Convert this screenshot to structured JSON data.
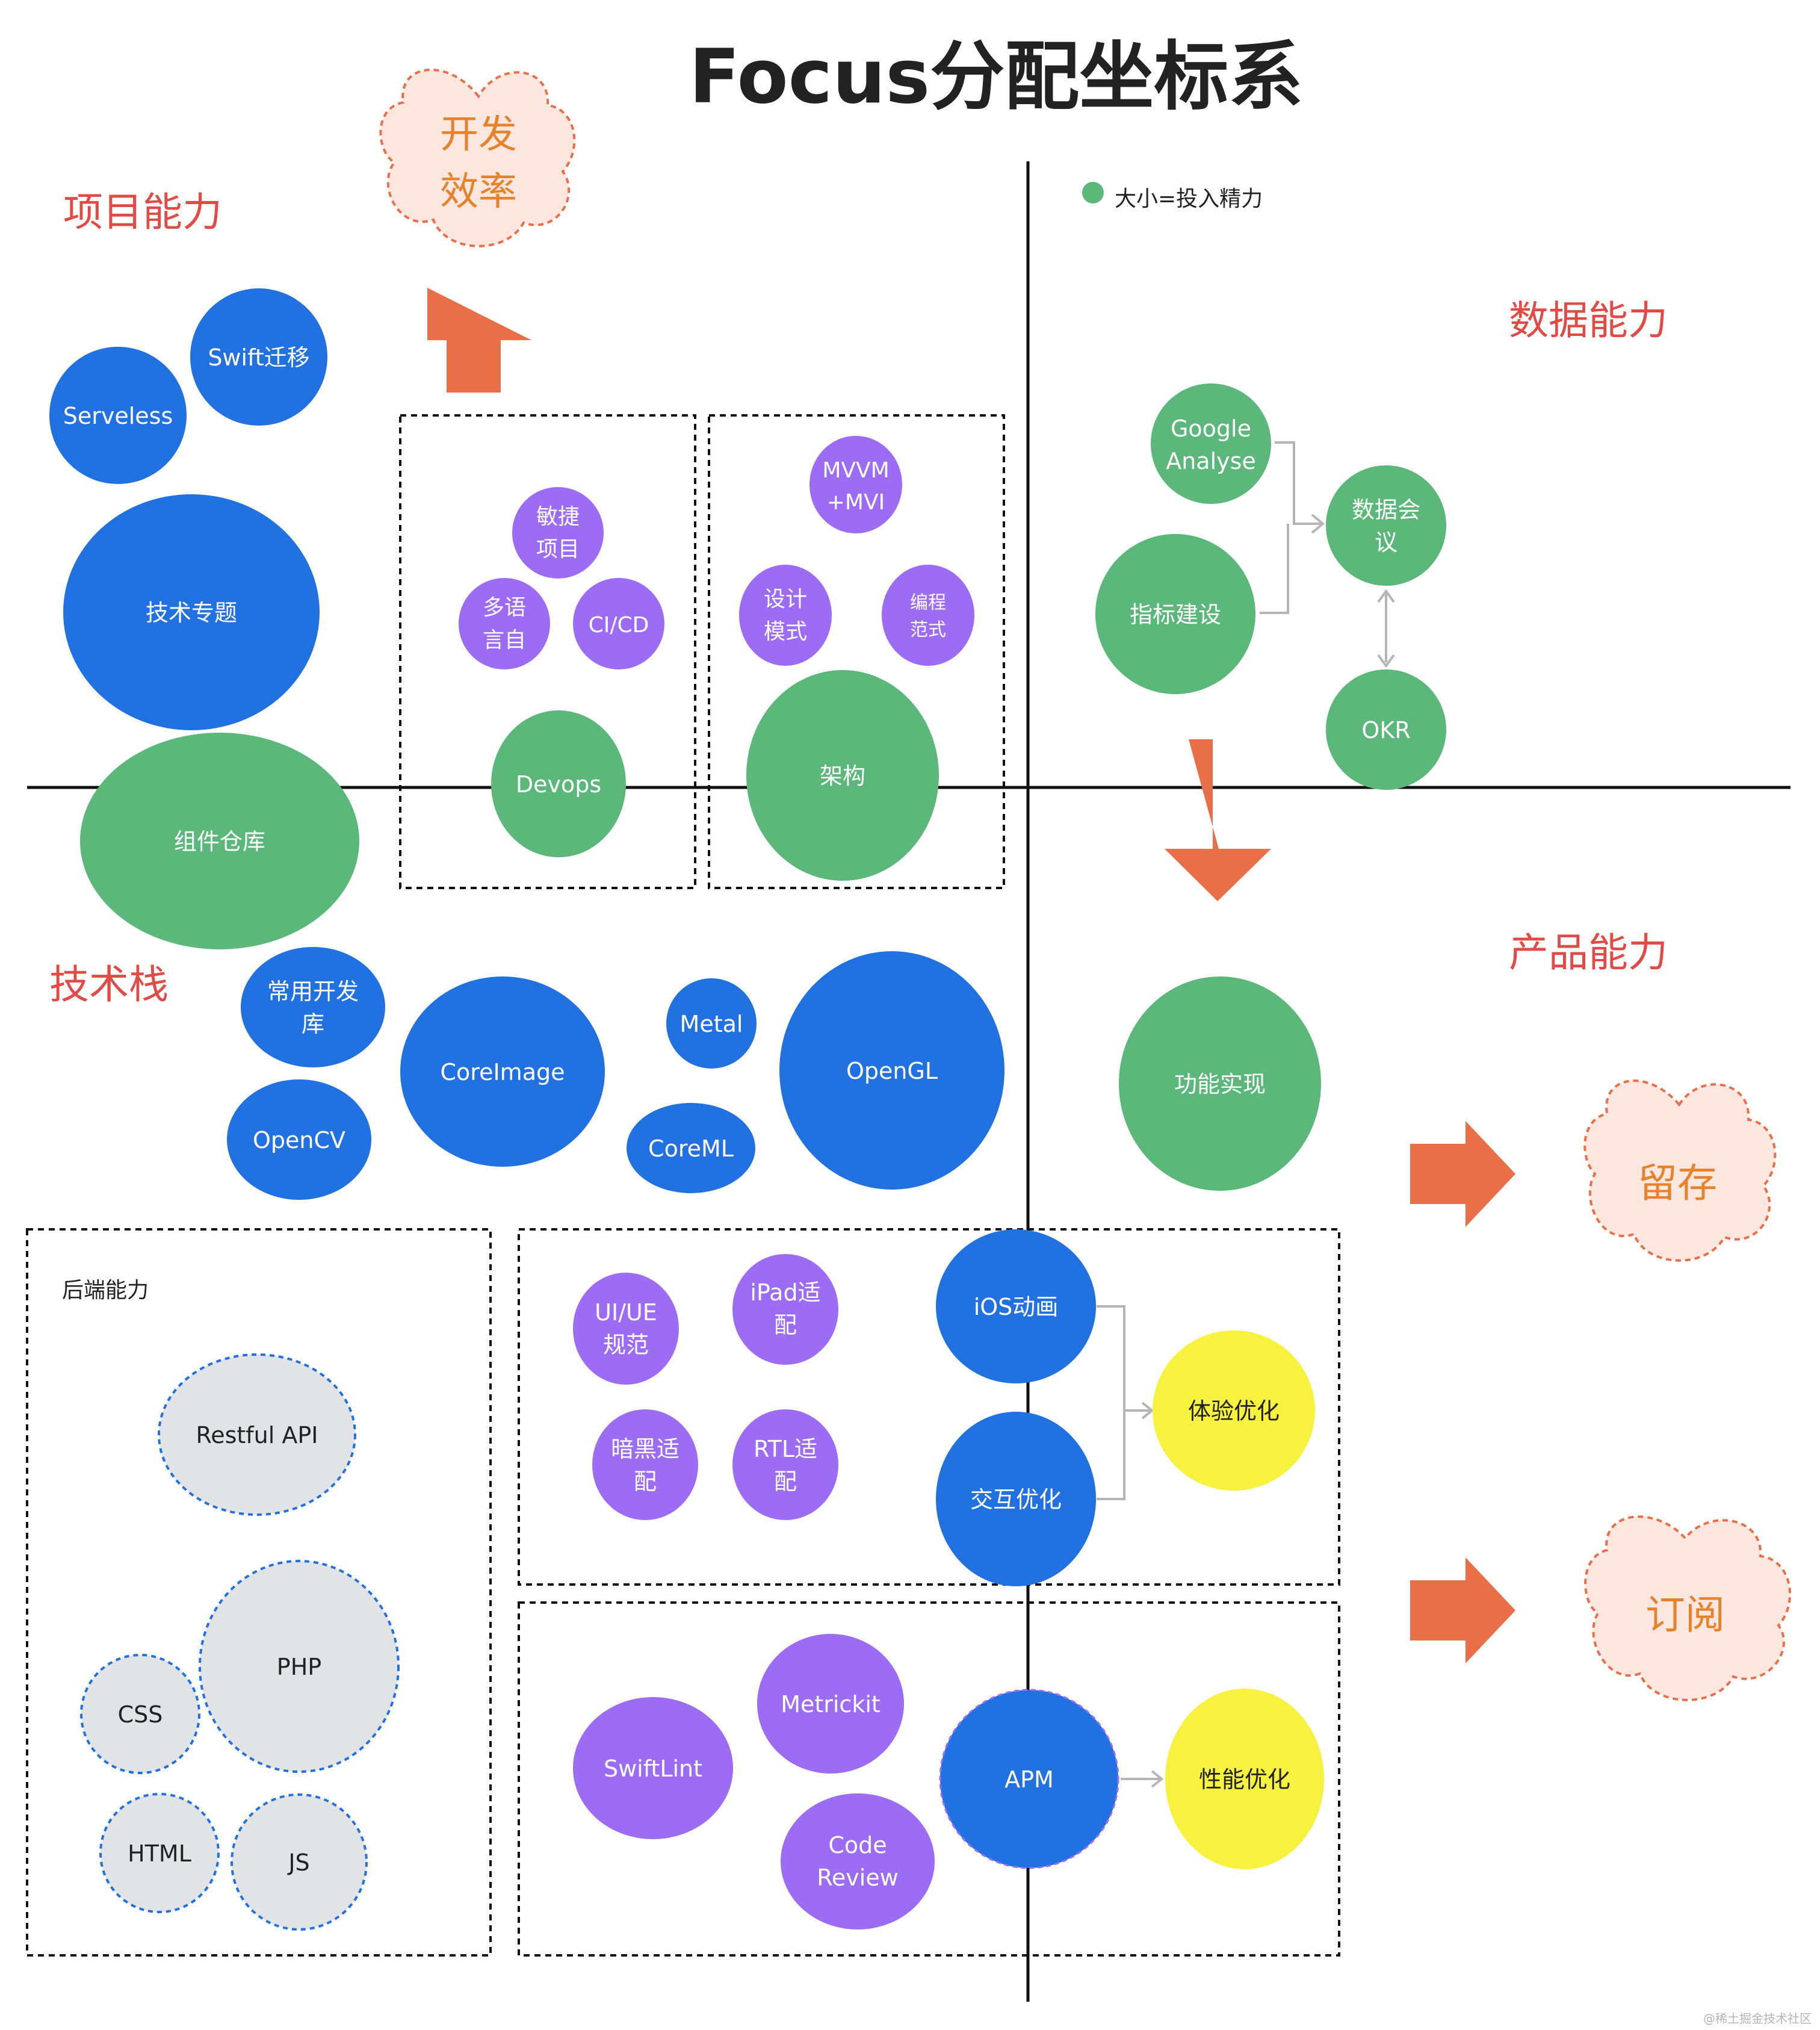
{
  "title": "Focus分配坐标系",
  "legend": {
    "text": "大小=投入精力",
    "color": "#5bb87a"
  },
  "quadrants": {
    "project": "项目能力",
    "data": "数据能力",
    "tech": "技术栈",
    "product": "产品能力"
  },
  "clouds": {
    "dev_efficiency": [
      "开发",
      "效率"
    ],
    "retention": "留存",
    "subscription": "订阅"
  },
  "backend_label": "后端能力",
  "colors": {
    "blue": "#2171e0",
    "green": "#5bb87a",
    "purple": "#9c6cf5",
    "yellow": "#f7f240",
    "grey": "#e2e3e6",
    "arrow": "#e96f48",
    "red_text": "#e24b45",
    "orange_text": "#e5822a",
    "cloud_fill": "#fce7e0"
  },
  "nodes": {
    "swift": [
      "Swift迁移"
    ],
    "serveless": [
      "Serveless"
    ],
    "tech_topic": [
      "技术专题"
    ],
    "component": [
      "组件仓库"
    ],
    "agile": [
      "敏捷",
      "项目"
    ],
    "i18n": [
      "多语",
      "言自"
    ],
    "cicd": [
      "CI/CD"
    ],
    "devops": [
      "Devops"
    ],
    "mvvm": [
      "MVVM",
      "+MVI"
    ],
    "design": [
      "设计",
      "模式"
    ],
    "paradigm": [
      "编程",
      "范式"
    ],
    "arch": [
      "架构"
    ],
    "ga": [
      "Google",
      "Analyse"
    ],
    "metric": [
      "指标建设"
    ],
    "data_meeting": [
      "数据会",
      "议"
    ],
    "okr": [
      "OKR"
    ],
    "common_lib": [
      "常用开发",
      "库"
    ],
    "coreimage": [
      "CoreImage"
    ],
    "metal": [
      "Metal"
    ],
    "opengl": [
      "OpenGL"
    ],
    "opencv": [
      "OpenCV"
    ],
    "coreml": [
      "CoreML"
    ],
    "feature": [
      "功能实现"
    ],
    "restful": [
      "Restful API"
    ],
    "php": [
      "PHP"
    ],
    "css": [
      "CSS"
    ],
    "html": [
      "HTML"
    ],
    "js": [
      "JS"
    ],
    "uiue": [
      "UI/UE",
      "规范"
    ],
    "ipad": [
      "iPad适",
      "配"
    ],
    "dark": [
      "暗黑适",
      "配"
    ],
    "rtl": [
      "RTL适",
      "配"
    ],
    "ios_anim": [
      "iOS动画"
    ],
    "interaction": [
      "交互优化"
    ],
    "experience": [
      "体验优化"
    ],
    "swiftlint": [
      "SwiftLint"
    ],
    "metrickit": [
      "Metrickit"
    ],
    "codereview": [
      "Code",
      "Review"
    ],
    "apm": [
      "APM"
    ],
    "perf": [
      "性能优化"
    ]
  },
  "watermark": "@稀土掘金技术社区"
}
